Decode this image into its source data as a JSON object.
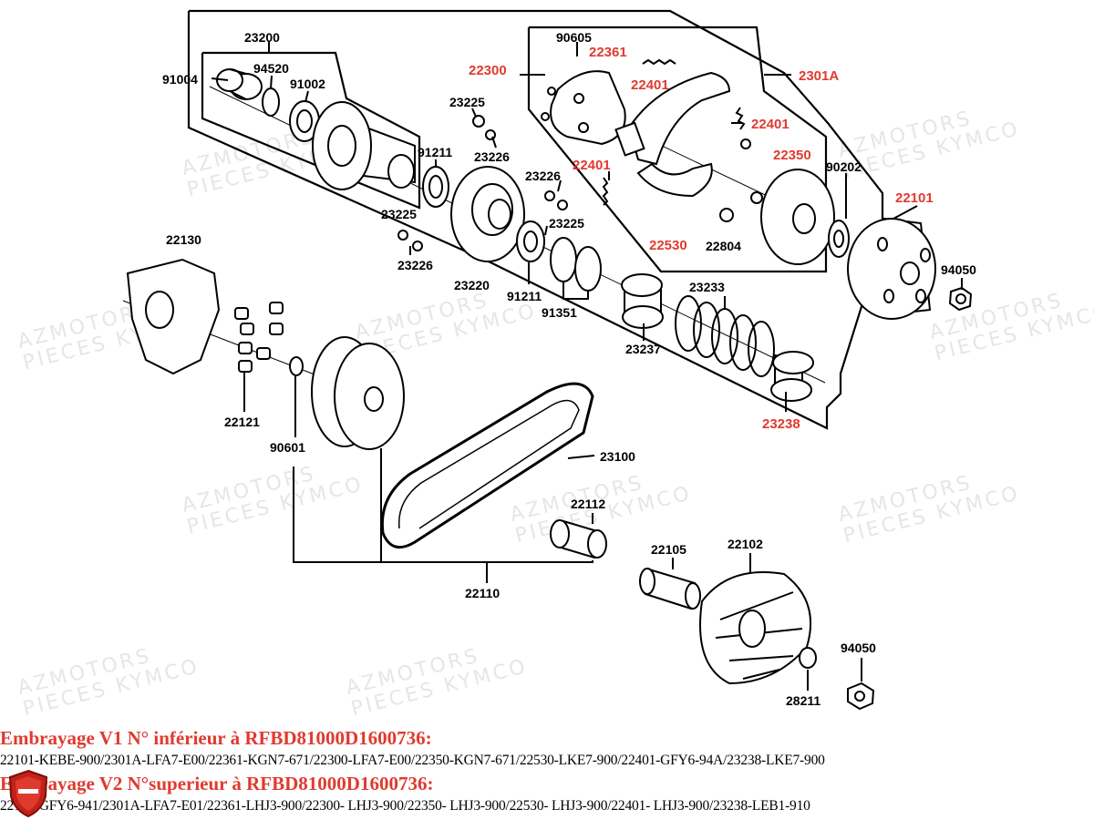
{
  "watermark": {
    "line1": "AZMOTORS",
    "line2": "PIECES KYMCO"
  },
  "parts": {
    "p23200": "23200",
    "p91004": "91004",
    "p94520": "94520",
    "p91002": "91002",
    "p23225a": "23225",
    "p23226a": "23226",
    "p91211a": "91211",
    "p23225b": "23225",
    "p23226b": "23226",
    "p23226c": "23226",
    "p23225c": "23225",
    "p23220": "23220",
    "p91211b": "91211",
    "p91351": "91351",
    "p90605": "90605",
    "p22361": "22361",
    "p22300": "22300",
    "p22401a": "22401",
    "p22401b": "22401",
    "p22401c": "22401",
    "p2301A": "2301A",
    "p22350": "22350",
    "p90202": "90202",
    "p22101": "22101",
    "p22530": "22530",
    "p22804": "22804",
    "p94050a": "94050",
    "p23233": "23233",
    "p23237": "23237",
    "p23238": "23238",
    "p22130": "22130",
    "p22121": "22121",
    "p90601": "90601",
    "p23100": "23100",
    "p22112": "22112",
    "p22110": "22110",
    "p22105": "22105",
    "p22102": "22102",
    "p94050b": "94050",
    "p28211": "28211"
  },
  "colors": {
    "highlight": "#e03a2f",
    "normal": "#000000",
    "watermark": "#e6e6e6"
  },
  "footer": {
    "v1_title": "Embrayage V1 N° inférieur à RFBD81000D1600736:",
    "v1_refs": "22101-KEBE-900/2301A-LFA7-E00/22361-KGN7-671/22300-LFA7-E00/22350-KGN7-671/22530-LKE7-900/22401-GFY6-94A/23238-LKE7-900",
    "v2_title": "Embrayage V2 N°superieur à RFBD81000D1600736:",
    "v2_refs": "22101-GFY6-941/2301A-LFA7-E01/22361-LHJ3-900/22300- LHJ3-900/22350- LHJ3-900/22530- LHJ3-900/22401- LHJ3-900/23238-LEB1-910"
  }
}
